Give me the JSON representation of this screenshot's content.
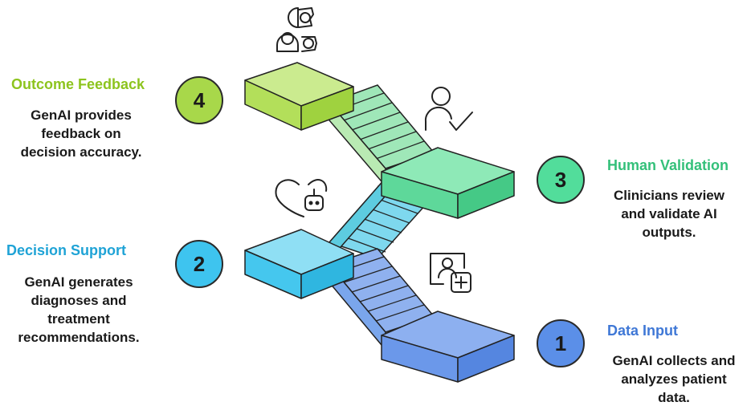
{
  "steps": [
    {
      "number": "1",
      "title": "Data Input",
      "lines": [
        "GenAI collects and",
        "analyzes patient",
        "data."
      ],
      "color": "#5b8fe8",
      "title_color": "#3f78d6",
      "icon": "patient-chart-plus-icon"
    },
    {
      "number": "2",
      "title": "Decision Support",
      "lines": [
        "GenAI generates",
        "diagnoses and",
        "treatment",
        "recommendations."
      ],
      "color": "#3ec4ef",
      "title_color": "#1fa3d6",
      "icon": "heart-robot-icon"
    },
    {
      "number": "3",
      "title": "Human Validation",
      "lines": [
        "Clinicians review",
        "and validate AI",
        "outputs."
      ],
      "color": "#52dd9b",
      "title_color": "#34c07a",
      "icon": "user-check-icon"
    },
    {
      "number": "4",
      "title": "Outcome Feedback",
      "lines": [
        "GenAI provides",
        "feedback on",
        "decision accuracy."
      ],
      "color": "#a8d84a",
      "title_color": "#8dc41e",
      "icon": "human-machine-gears-icon"
    }
  ]
}
